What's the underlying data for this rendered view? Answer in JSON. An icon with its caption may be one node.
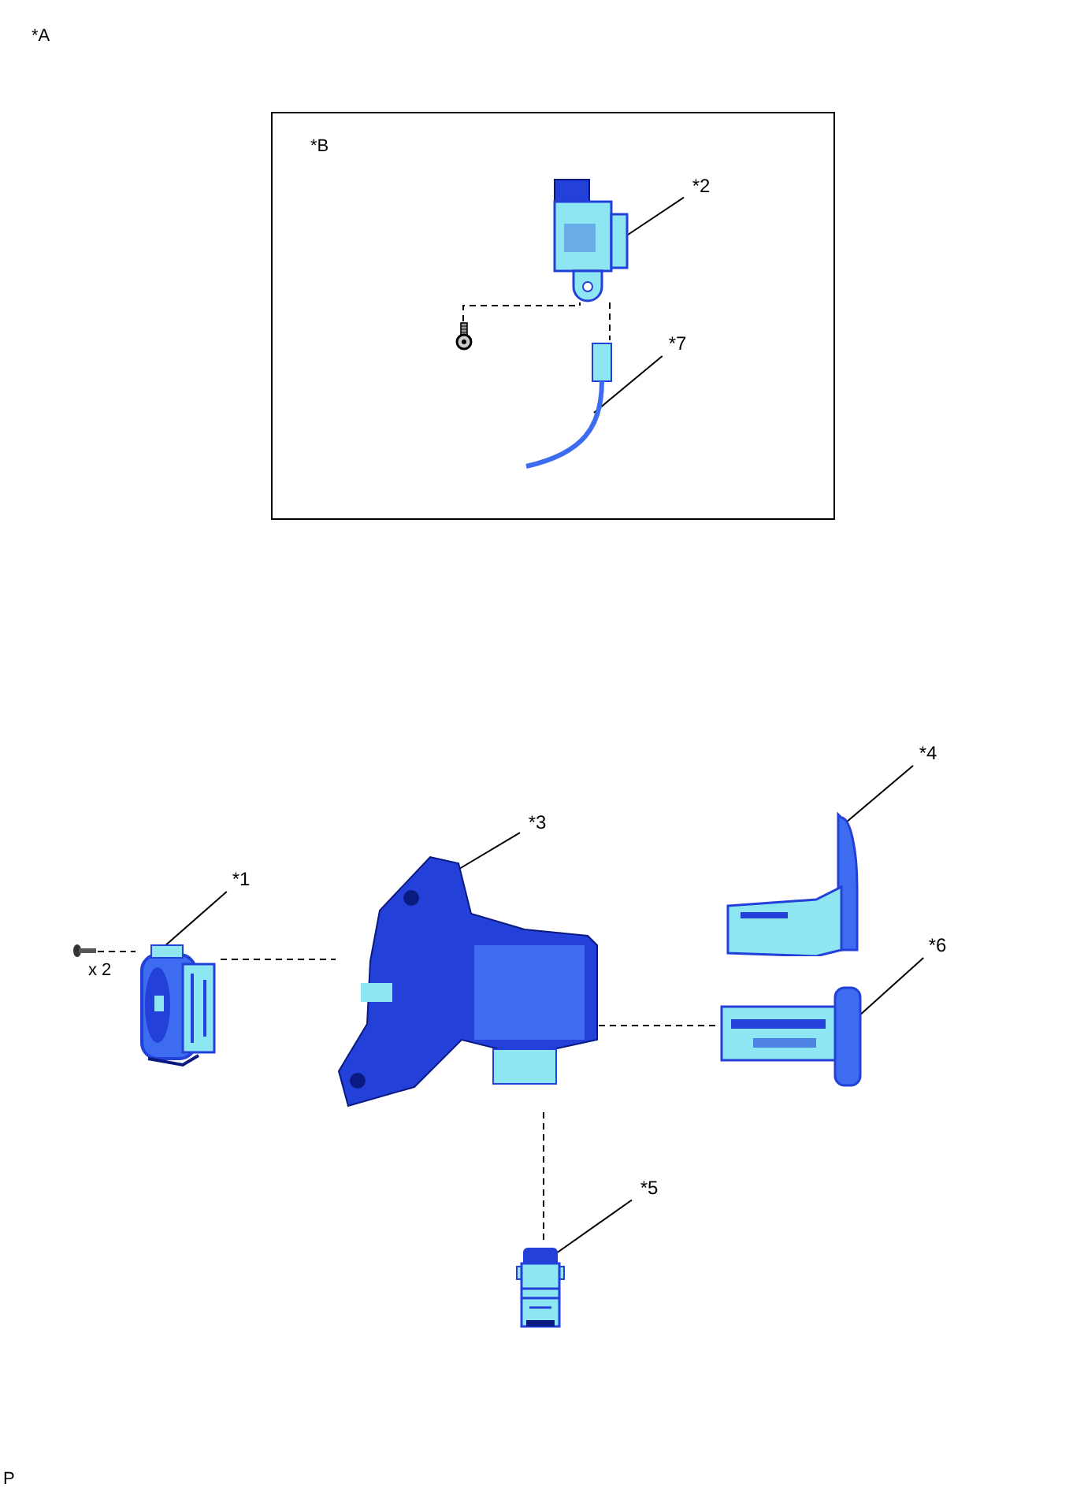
{
  "diagram": {
    "nodes": [
      {
        "text": [
          "*B"
        ]
      },
      {
        "text": [],
        "shape": "picture",
        "in": 0
      },
      {
        "text": [],
        "shape": "picture",
        "in": 0
      },
      {
        "text": [],
        "shape": "picture",
        "in": 0
      },
      {
        "text": [
          "*2"
        ],
        "in": 0
      },
      {
        "text": [
          "*7"
        ],
        "in": 0
      },
      {
        "text": [],
        "shape": "picture"
      },
      {
        "text": [],
        "shape": "picture"
      },
      {
        "text": [],
        "shape": "picture"
      },
      {
        "text": [],
        "shape": "picture"
      },
      {
        "text": [],
        "shape": "picture"
      },
      {
        "text": [],
        "shape": "picture"
      },
      {
        "text": [
          "*1"
        ]
      },
      {
        "text": [
          "*3"
        ]
      },
      {
        "text": [
          "*4"
        ]
      },
      {
        "text": [
          "*6"
        ]
      },
      {
        "text": [
          "*5"
        ]
      }
    ],
    "edges": [
      {
        "from": 4,
        "to": 1,
        "arrow": "none"
      },
      {
        "from": 5,
        "to": 3,
        "arrow": "none"
      },
      {
        "from": 2,
        "to": 1,
        "arrow": "none",
        "style": "dashed"
      },
      {
        "from": 1,
        "to": 3,
        "arrow": "none",
        "style": "dashed"
      },
      {
        "from": 12,
        "to": 7,
        "arrow": "none"
      },
      {
        "from": 13,
        "to": 8,
        "arrow": "none"
      },
      {
        "from": 14,
        "to": 9,
        "arrow": "none"
      },
      {
        "from": 15,
        "to": 10,
        "arrow": "none"
      },
      {
        "from": 16,
        "to": 11,
        "arrow": "none"
      },
      {
        "from": 6,
        "to": 7,
        "arrow": "none",
        "style": "dashed"
      },
      {
        "from": 7,
        "to": 8,
        "arrow": "none",
        "style": "dashed"
      },
      {
        "from": 8,
        "to": 10,
        "arrow": "none",
        "style": "dashed"
      },
      {
        "from": 8,
        "to": 11,
        "arrow": "none",
        "style": "dashed"
      }
    ],
    "labels": [
      "*A",
      "x 2",
      "P"
    ]
  }
}
